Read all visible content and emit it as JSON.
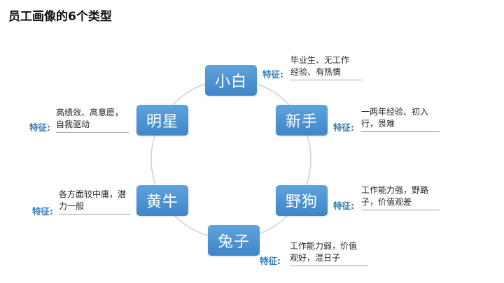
{
  "page": {
    "title": "员工画像的6个类型"
  },
  "feature_label": "特征:",
  "nodes": {
    "xiaobai": {
      "name": "小白",
      "desc_line1": "毕业生、无工作",
      "desc_line2": "经验、有热情"
    },
    "xinshou": {
      "name": "新手",
      "desc_line1": "一两年经验、初入",
      "desc_line2": "行，畏难"
    },
    "yegou": {
      "name": "野狗",
      "desc_line1": "工作能力强，野路",
      "desc_line2": "子，价值观差"
    },
    "tuzi": {
      "name": "兔子",
      "desc_line1": "工作能力弱，价值",
      "desc_line2": "观好，混日子"
    },
    "huangniu": {
      "name": "黄牛",
      "desc_line1": "各方面较中庸，潜",
      "desc_line2": "力一般"
    },
    "mingxing": {
      "name": "明星",
      "desc_line1": "高绩效、高意愿，",
      "desc_line2": "自我驱动"
    }
  },
  "colors": {
    "node": "#4a90d2",
    "label": "#2e7bb6",
    "ring": "#c7d2dc"
  }
}
